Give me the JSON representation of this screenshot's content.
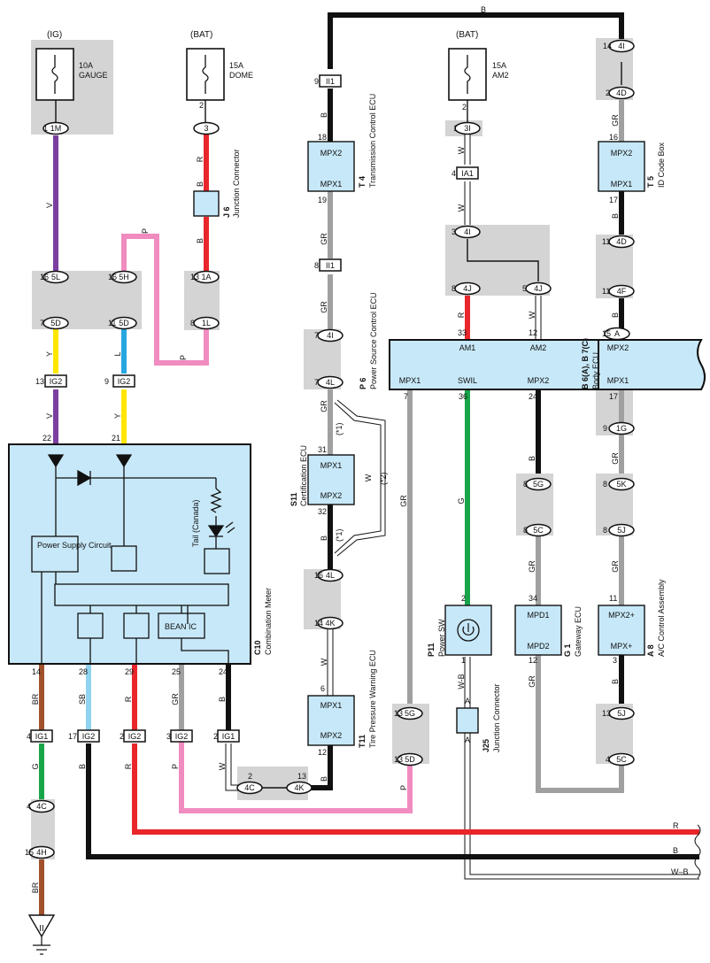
{
  "sources": [
    {
      "key": "ig",
      "supply": "(IG)",
      "rating": "10A",
      "name": "GAUGE"
    },
    {
      "key": "bat1",
      "supply": "(BAT)",
      "rating": "15A",
      "name": "DOME"
    },
    {
      "key": "bat2",
      "supply": "(BAT)",
      "rating": "15A",
      "name": "AM2"
    }
  ],
  "components": {
    "t4": {
      "code": "T 4",
      "name": "Transmission Control ECU",
      "pin_top": "MPX2",
      "pin_bottom": "MPX1"
    },
    "t5": {
      "code": "T 5",
      "name": "ID Code Box",
      "pin_top": "MPX2",
      "pin_bottom": "MPX1"
    },
    "j6": {
      "code": "J 6",
      "name": "Junction Connector"
    },
    "p6": {
      "code": "P 6",
      "name": "Power Source Control ECU",
      "am1": "AM1",
      "am2": "AM2",
      "mpx1": "MPX1",
      "swil": "SWIL",
      "mpx2": "MPX2"
    },
    "b6": {
      "code": "B 6(A), B 7(C)",
      "name": "Body ECU",
      "pin_top": "MPX2",
      "pin_bottom": "MPX1"
    },
    "s11": {
      "code": "S11",
      "name": "Certification ECU",
      "pin_top": "MPX1",
      "pin_bottom": "MPX2"
    },
    "c10": {
      "code": "C10",
      "name": "Combination Meter",
      "psc": "Power Supply Circuit",
      "bean": "BEAN IC",
      "tail": "Tail (Canada)"
    },
    "g1": {
      "code": "G 1",
      "name": "Gateway ECU",
      "pin_top": "MPD1",
      "pin_bottom": "MPD2"
    },
    "a8": {
      "code": "A 8",
      "name": "A/C Control Assembly",
      "pin_top": "MPX2+",
      "pin_bottom": "MPX+"
    },
    "t11": {
      "code": "T11",
      "name": "Tire Pressure Warning ECU",
      "pin_top": "MPX1",
      "pin_bottom": "MPX2"
    },
    "p11": {
      "code": "P11",
      "name": "Power SW"
    },
    "j25": {
      "code": "J25",
      "name": "Junction Connector"
    }
  },
  "notes": {
    "n1a": "(*1)",
    "n1b": "(*1)",
    "n2": "(*2)"
  },
  "wire_colors": {
    "V": "#7b3fa0",
    "Y": "#ffe600",
    "L": "#27a7e0",
    "P": "#f08cc0",
    "R": "#e8262b",
    "B": "#111111",
    "GR": "#a0a0a0",
    "W": "#ffffff",
    "G": "#18a54a",
    "BR": "#a0522d",
    "SB": "#8fd3f0",
    "W-B": "#ffffff"
  },
  "labels": {
    "top_B": "B",
    "w_V1": "V",
    "w_Y": "Y",
    "w_V2": "V",
    "w_P1": "P",
    "w_P2": "P",
    "w_L": "L",
    "w_Y2": "Y",
    "w_R1": "R",
    "w_B1": "B",
    "w_B2": "B",
    "w_GR1": "GR",
    "w_GR2": "GR",
    "w_GR3": "GR",
    "w_B3": "B",
    "w_W1": "W",
    "w_W2": "W",
    "w_W3": "W",
    "w_R2": "R",
    "w_W4": "W",
    "w_GR4": "GR",
    "w_G": "G",
    "w_B4": "B",
    "w_GR5": "GR",
    "w_GR6": "GR",
    "w_B5": "B",
    "w_GR7": "GR",
    "w_GR8": "GR",
    "w_B6": "B",
    "w_GR9": "GR",
    "w_GR10": "GR",
    "w_B7": "B",
    "w_B8": "B",
    "w_W5": "W",
    "w_WB": "W-B",
    "w_P3": "P",
    "w_BR1": "BR",
    "w_SB": "SB",
    "w_R3": "R",
    "w_GR11": "GR",
    "w_B9": "B",
    "w_G2": "G",
    "w_B10": "B",
    "w_R4": "R",
    "w_P4": "P",
    "w_W6": "W",
    "w_BR2": "BR",
    "bus_R": "R",
    "bus_B": "B",
    "bus_WB": "W–B"
  },
  "connectors": {
    "c1M": "1M",
    "c3": "3",
    "c5L": "5L",
    "c5D1": "5D",
    "c5H": "5H",
    "c5D2": "5D",
    "c1A": "1A",
    "c1L": "1L",
    "cIG2a": "IG2",
    "cIG2b": "IG2",
    "cII1a": "II1",
    "cII1b": "II1",
    "c4I1": "4I",
    "c4L1": "4L",
    "c4L2": "4L",
    "c4K1": "4K",
    "c3I": "3I",
    "cIA1": "IA1",
    "c4I2": "4I",
    "c4J1": "4J",
    "c4J2": "4J",
    "c4I3": "4I",
    "c4D1": "4D",
    "c4D2": "4D",
    "c4F": "4F",
    "cA": "A",
    "c1G": "1G",
    "c5K": "5K",
    "c5J1": "5J",
    "c5G1": "5G",
    "c5C1": "5C",
    "c5G2": "5G",
    "c5D3": "5D",
    "c5J2": "5J",
    "c5C2": "5C",
    "cJ25a": "A",
    "cJ25b": "A",
    "cIG1a": "IG1",
    "cIG2c": "IG2",
    "cIG2d": "IG2",
    "cIG2e": "IG2",
    "cIG1b": "IG1",
    "c4C1": "4C",
    "c4K2": "4K",
    "c4C2": "4C",
    "c4H": "4H"
  },
  "pins": {
    "p1": "1",
    "p2": "2",
    "p16a": "16",
    "p7a": "7",
    "p16b": "16",
    "p11a": "11",
    "p13a": "13",
    "p8a": "8",
    "p13b": "13",
    "p9a": "9",
    "p22": "22",
    "p21": "21",
    "p9b": "9",
    "p18": "18",
    "p19": "19",
    "p8b": "8",
    "p7b": "7",
    "p7c": "7",
    "p31": "31",
    "p32": "32",
    "p16c": "16",
    "p14a": "14",
    "p6": "6",
    "p12a": "12",
    "p1b": "1",
    "p2b": "2",
    "p1c": "1",
    "p4a": "4",
    "p3a": "3",
    "p8c": "8",
    "p5a": "5",
    "p33": "33",
    "p12b": "12",
    "p7d": "7",
    "p36": "36",
    "p24a": "24",
    "p14b": "14",
    "p2c": "2",
    "p16d": "16",
    "p17a": "17",
    "p11b": "11",
    "p11c": "11",
    "p15": "15",
    "p17b": "17",
    "p9c": "9",
    "p8d": "8",
    "p8e": "8",
    "p8f": "8",
    "p8g": "8",
    "p34": "34",
    "p12c": "12",
    "p11d": "11",
    "p3b": "3",
    "p13c": "13",
    "p13d": "13",
    "p2d": "2",
    "p1d": "1",
    "p13e": "13",
    "p4b": "4",
    "p14c": "14",
    "p28": "28",
    "p29": "29",
    "p25": "25",
    "p24b": "24",
    "p4c": "4",
    "p17c": "17",
    "p2e": "2",
    "p3c": "3",
    "p2f": "2",
    "p2g": "2",
    "p13f": "13",
    "p4d": "4",
    "p15b": "15",
    "p1e": "1"
  },
  "ground_label": "II"
}
